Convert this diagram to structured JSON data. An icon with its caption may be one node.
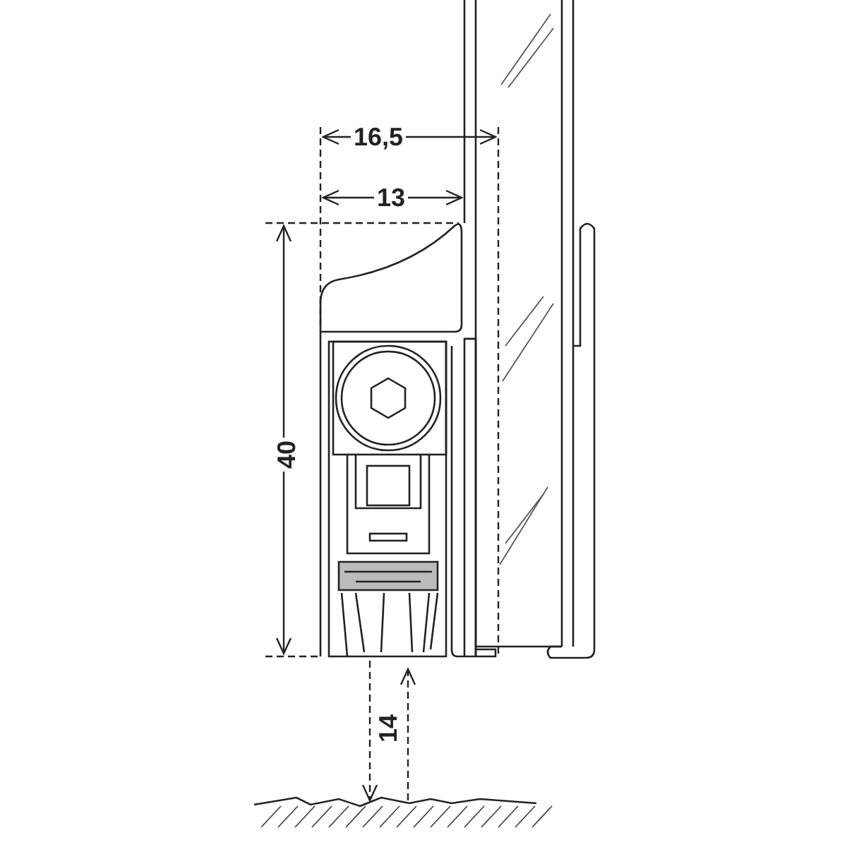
{
  "diagram": {
    "labels": [
      "16,5",
      "13",
      "40",
      "14"
    ]
  }
}
